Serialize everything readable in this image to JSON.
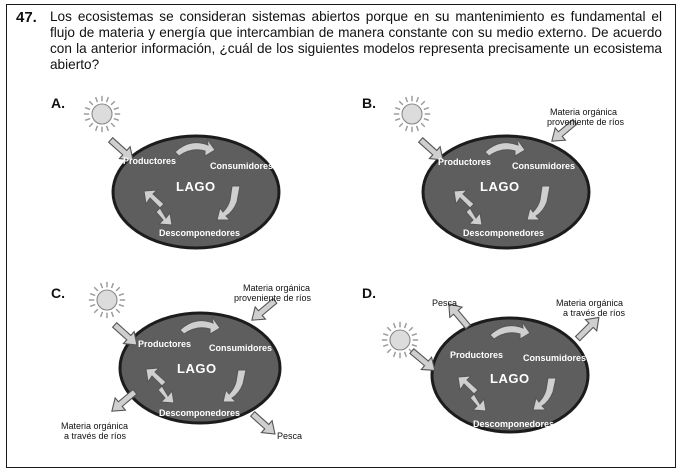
{
  "question": {
    "number": "47.",
    "text": "Los ecosistemas se consideran sistemas abiertos porque en su mantenimiento es fundamental el flujo de materia y energía que intercambian de manera constante con su medio externo. De acuerdo con la anterior información, ¿cuál de los siguientes modelos representa precisamente un ecosistema abierto?"
  },
  "options": [
    {
      "letter": "A.",
      "lago": "LAGO",
      "productores": "Productores",
      "consumidores": "Consumidores",
      "descomponedores": "Descomponedores"
    },
    {
      "letter": "B.",
      "lago": "LAGO",
      "productores": "Productores",
      "consumidores": "Consumidores",
      "descomponedores": "Descomponedores",
      "input_line1": "Materia orgánica",
      "input_line2": "proveniente de ríos"
    },
    {
      "letter": "C.",
      "lago": "LAGO",
      "productores": "Productores",
      "consumidores": "Consumidores",
      "descomponedores": "Descomponedores",
      "input_line1": "Materia orgánica",
      "input_line2": "proveniente de ríos",
      "output_line1": "Materia orgánica",
      "output_line2": "a través de ríos",
      "pesca": "Pesca"
    },
    {
      "letter": "D.",
      "lago": "LAGO",
      "productores": "Productores",
      "consumidores": "Consumidores",
      "descomponedores": "Descomponedores",
      "pesca": "Pesca",
      "output_line1": "Materia orgánica",
      "output_line2": "a través de ríos"
    }
  ],
  "colors": {
    "lake_fill": "#5e5e5e",
    "lake_stroke": "#1c1c1c",
    "sun_fill": "#d9d9d9",
    "arrow_fill": "#cfcfcf",
    "arrow_stroke": "#555555"
  }
}
